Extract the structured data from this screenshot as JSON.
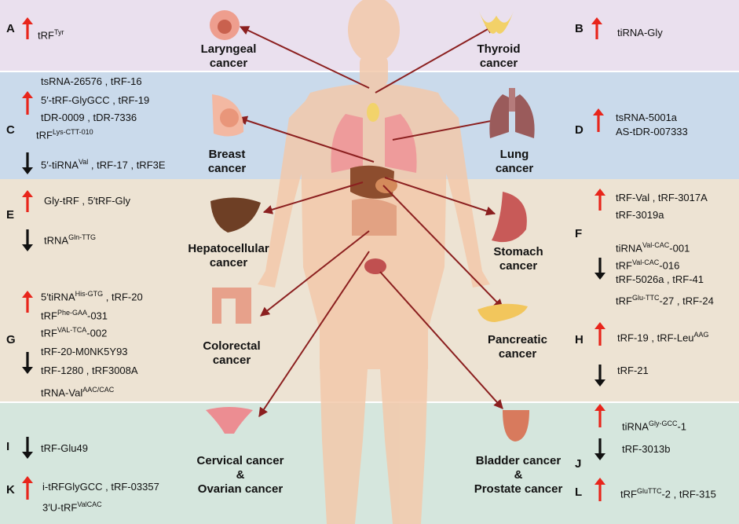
{
  "panels": {
    "A": {
      "letter": "A",
      "up": "tRF",
      "up_sup": "Tyr"
    },
    "B": {
      "letter": "B",
      "up": "tiRNA-Gly"
    },
    "C": {
      "letter": "C",
      "up1": "tsRNA-26576 , tRF-16",
      "up2": "5′-tRF-GlyGCC , tRF-19",
      "up3": "tDR-0009 , tDR-7336",
      "up4": "tRF",
      "up4_sup": "Lys-CTT-010",
      "down_a": "5′-tiRNA",
      "down_sup": "Val",
      "down_b": " , tRF-17 , tRF3E"
    },
    "D": {
      "letter": "D",
      "up1": "tsRNA-5001a",
      "up2": "AS-tDR-007333"
    },
    "E": {
      "letter": "E",
      "up": "Gly-tRF , 5′tRF-Gly",
      "down": "tRNA",
      "down_sup": "Gln-TTG"
    },
    "F": {
      "letter": "F",
      "up1": "tRF-Val , tRF-3017A",
      "up2": "tRF-3019a",
      "d1": "tiRNA",
      "d1_sup": "Val-CAC",
      "d1_end": "-001",
      "d2": "tRF",
      "d2_sup": "Val-CAC",
      "d2_end": "-016",
      "d3": "tRF-5026a ,  tRF-41",
      "d4": "tRF",
      "d4_sup": "Glu-TTC",
      "d4_end": "-27 , tRF-24"
    },
    "G": {
      "letter": "G",
      "u1": "5′tiRNA",
      "u1_sup": "His-GTG",
      "u1_end": " , tRF-20",
      "u2": "tRF",
      "u2_sup": "Phe-GAA",
      "u2_end": "-031",
      "u3": "tRF",
      "u3_sup": "VAL-TCA",
      "u3_end": "-002",
      "d1": "tRF-20-M0NK5Y93",
      "d2": "tRF-1280 , tRF3008A",
      "d3": "tRNA-Val",
      "d3_sup": "AAC/CAC"
    },
    "H": {
      "letter": "H",
      "up": "tRF-19 , tRF-Leu",
      "up_sup": "AAG",
      "down": "tRF-21"
    },
    "I": {
      "letter": "I",
      "down": "tRF-Glu49"
    },
    "J": {
      "letter": "J",
      "up": "tiRNA",
      "up_sup": "Gly-GCC",
      "up_end": "-1",
      "down": "tRF-3013b"
    },
    "K": {
      "letter": "K",
      "up1": "i-tRFGlyGCC , tRF-03357",
      "up2": "3′U-tRF",
      "up2_sup": "ValCAC"
    },
    "L": {
      "letter": "L",
      "up": "tRF",
      "up_sup": "GluTTC",
      "up_end": "-2 , tRF-315"
    }
  },
  "cancers": {
    "laryngeal": [
      "Laryngeal",
      "cancer"
    ],
    "thyroid": [
      "Thyroid",
      "cancer"
    ],
    "breast": [
      "Breast",
      "cancer"
    ],
    "lung": [
      "Lung",
      "cancer"
    ],
    "hepato": [
      "Hepatocellular",
      "cancer"
    ],
    "stomach": [
      "Stomach",
      "cancer"
    ],
    "colorectal": [
      "Colorectal",
      "cancer"
    ],
    "pancreatic": [
      "Pancreatic",
      "cancer"
    ],
    "cervical": [
      "Cervical cancer",
      "&",
      "Ovarian cancer"
    ],
    "bladder": [
      "Bladder cancer",
      "&",
      "Prostate cancer"
    ]
  },
  "colors": {
    "up_arrow": "#e8251b",
    "down_arrow": "#111111",
    "connector": "#8b1f1f",
    "body": "#f3c9ab"
  }
}
